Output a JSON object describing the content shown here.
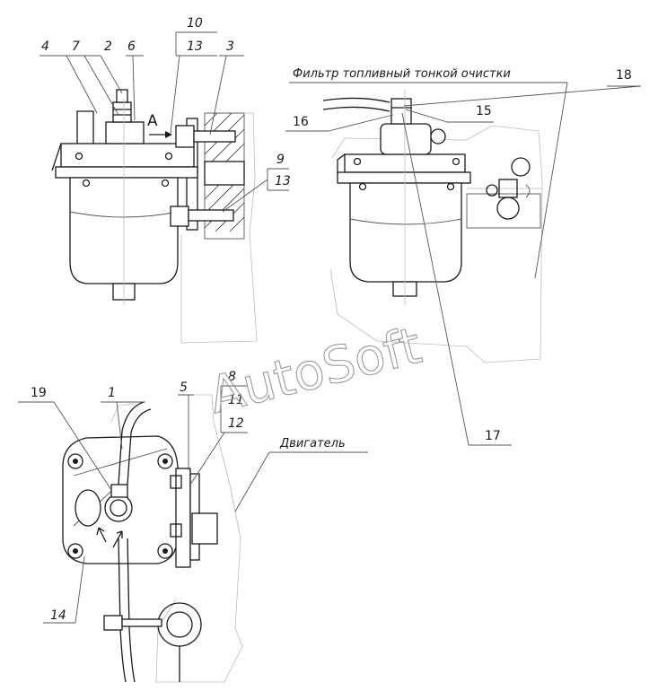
{
  "callouts": {
    "c1": "1",
    "c2": "2",
    "c3": "3",
    "c4": "4",
    "c5": "5",
    "c6": "6",
    "c7": "7",
    "c8": "8",
    "c9": "9",
    "c10": "10",
    "c11": "11",
    "c12": "12",
    "c13": "13",
    "c13b": "13",
    "c14": "14",
    "c15": "15",
    "c16": "16",
    "c17": "17",
    "c18": "18",
    "c19": "19"
  },
  "view_label": "A",
  "captions": {
    "fine_fuel_filter": "Фильтр топливный тонкой очистки",
    "engine": "Двигатель"
  },
  "watermark": "AutoSoft"
}
